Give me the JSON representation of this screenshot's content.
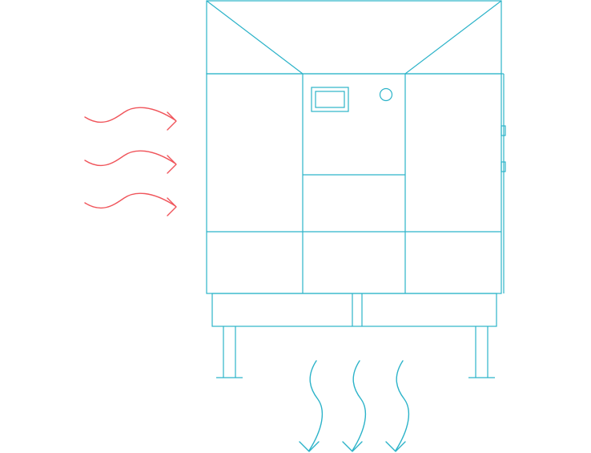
{
  "colors": {
    "unit_outline": "#2cb3c9",
    "inflow_arrows": "#f0555b",
    "outflow_arrows": "#2cb3c9",
    "background": "#ffffff"
  },
  "diagram": {
    "subject": "cabinet-unit-airflow",
    "inflow_arrow_count": 3,
    "outflow_arrow_count": 3
  }
}
